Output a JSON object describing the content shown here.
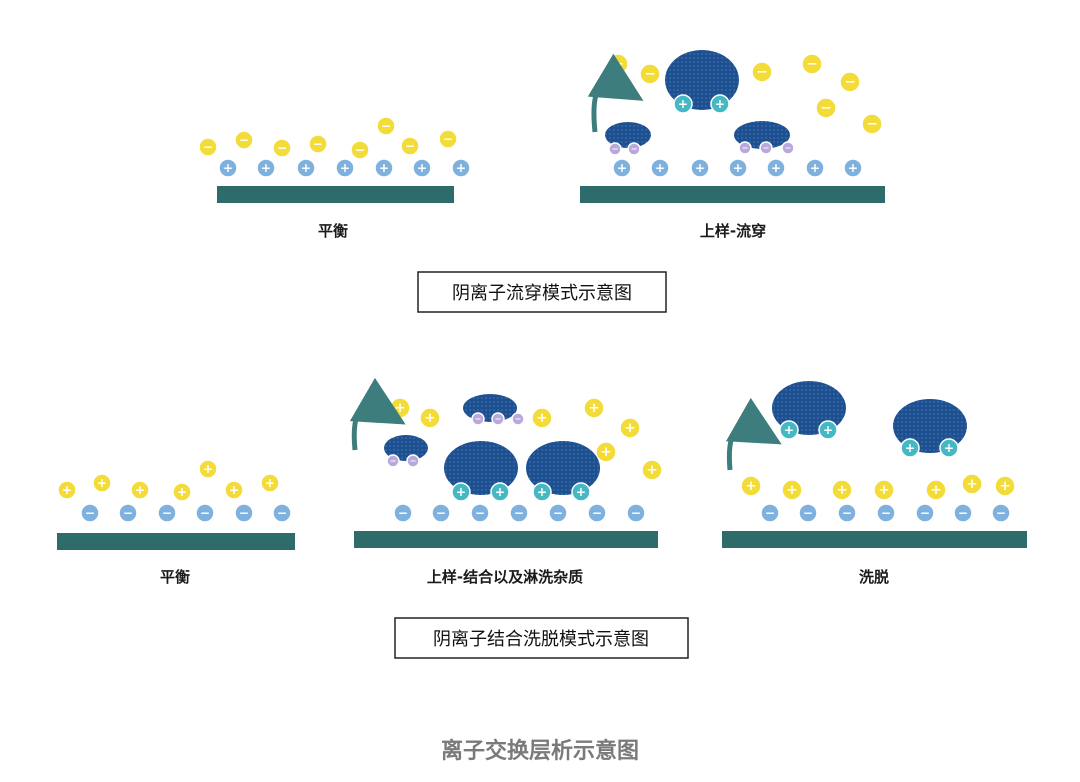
{
  "colors": {
    "bar": "#2e6b6b",
    "resin_pos_ion": "#7fb1df",
    "resin_neg_ion": "#7fb1df",
    "anion": "#f3dc3a",
    "anion_border": "#ffffff",
    "protein": "#1e4f8f",
    "protein_pos_ion": "#45b8c4",
    "protein_neg_ion": "#b9a8dc",
    "arrow": "#3d7d7d"
  },
  "icons": {
    "plus": "+",
    "minus": "−",
    "arrow": "curved-arrow-icon"
  },
  "top": {
    "panel1_label": "平衡",
    "panel2_label": "上样-流穿",
    "caption": "阴离子流穿模式示意图"
  },
  "bottom": {
    "panel1_label": "平衡",
    "panel2_label": "上样-结合以及淋洗杂质",
    "panel3_label": "洗脱",
    "caption": "阴离子结合洗脱模式示意图"
  },
  "footer": {
    "title": "离子交换层析示意图"
  }
}
